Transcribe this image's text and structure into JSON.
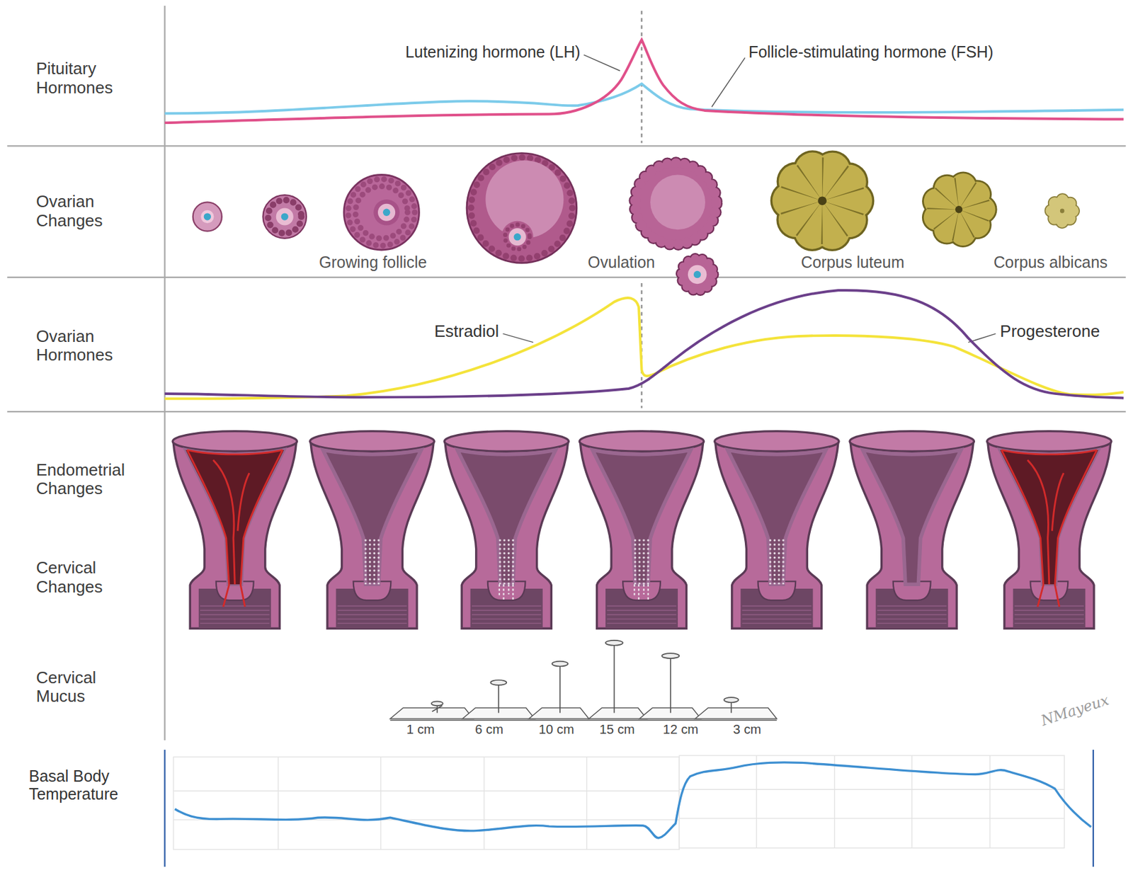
{
  "diagram": {
    "labels": [
      "Pituitary Hormones",
      "Lutenizing hormone (LH)",
      "Follicle-stimulating hormone (FSH)",
      "Ovarian Changes",
      "Growing follicle",
      "Ovulation",
      "Corpus luteum",
      "Corpus albicans",
      "Ovarian Hormones",
      "Estradiol",
      "Progesterone",
      "Endometrial Changes",
      "Cervical Changes",
      "Cervical Mucus",
      "1 cm",
      "6 cm",
      "10 cm",
      "15 cm",
      "12 cm",
      "3 cm",
      "NMayeux",
      "Basal Body Temperature"
    ]
  }
}
